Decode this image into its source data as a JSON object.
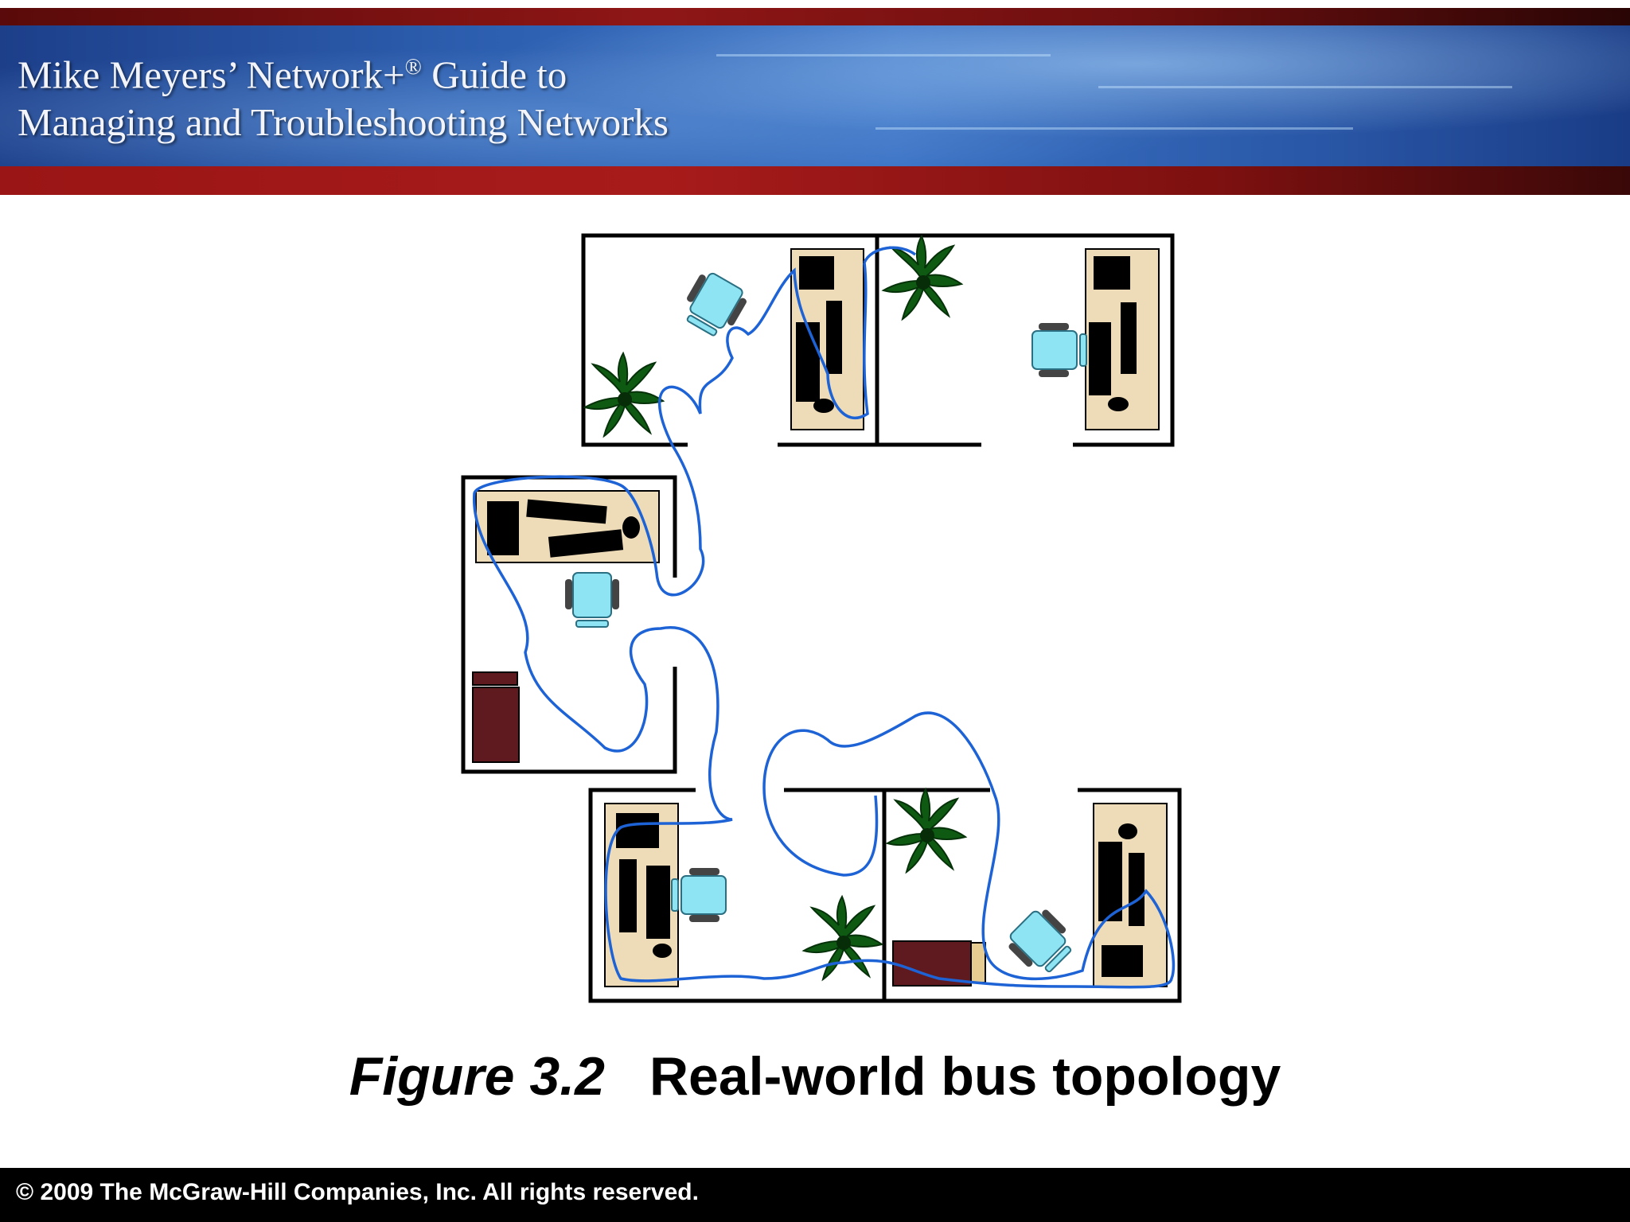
{
  "header": {
    "title_line1": "Mike Meyers’ Network+",
    "title_mark": "®",
    "title_line1_end": " Guide to",
    "title_line2": "Managing and Troubleshooting Networks"
  },
  "caption": {
    "figure_number": "Figure 3.2",
    "figure_title": "Real-world bus topology"
  },
  "footer": {
    "copyright_symbol": "©",
    "copyright_text": "2009 The McGraw-Hill Companies, Inc. All rights reserved."
  },
  "colors": {
    "cable": "#1e63d6",
    "desk": "#eedcb8",
    "chair": "#8fe4f4",
    "plant": "#0f5a12",
    "cabinet": "#5e1a1f",
    "banner_red": "#a81b1b",
    "banner_blue": "#2d5fb0"
  }
}
